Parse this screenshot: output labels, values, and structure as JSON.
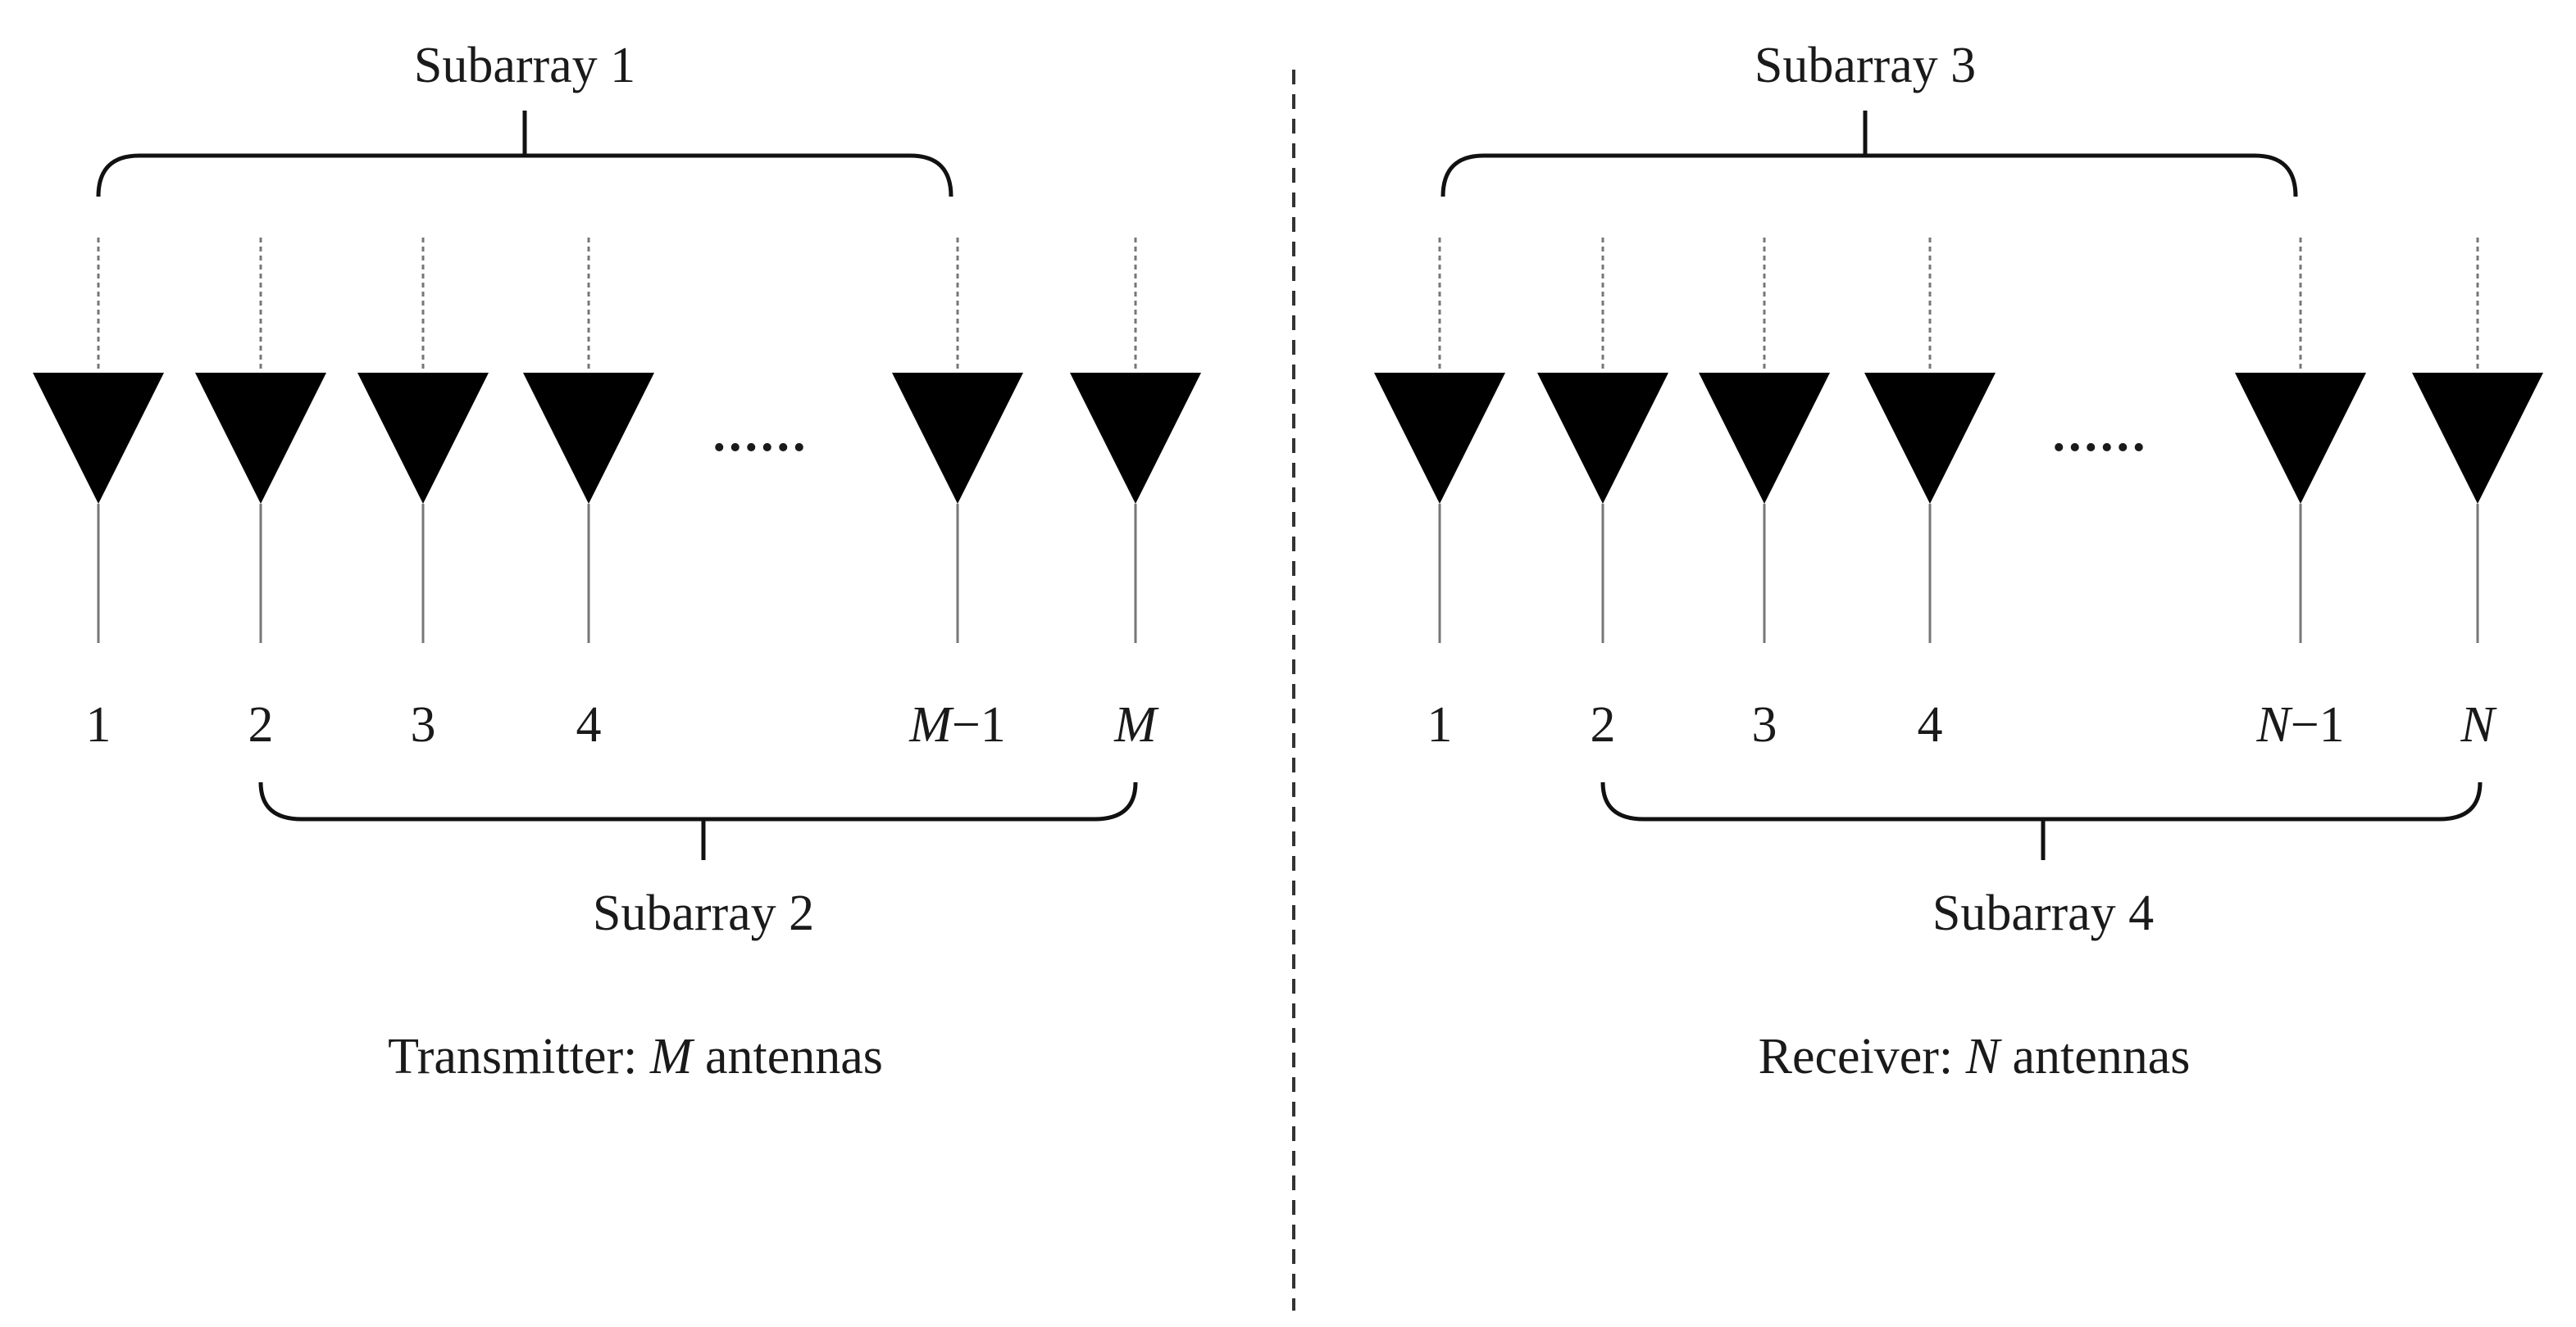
{
  "transmitter": {
    "caption_prefix": "Transmitter:",
    "caption_var": "M",
    "caption_suffix": "antennas",
    "subarray_top": "Subarray 1",
    "subarray_bottom": "Subarray 2",
    "ellipsis": "......",
    "antennas": [
      {
        "label": "1"
      },
      {
        "label": "2"
      },
      {
        "label": "3"
      },
      {
        "label": "4"
      },
      {
        "label_var": "M",
        "label_rest": "−1"
      },
      {
        "label_var": "M",
        "label_rest": ""
      }
    ]
  },
  "receiver": {
    "caption_prefix": "Receiver:",
    "caption_var": "N",
    "caption_suffix": "antennas",
    "subarray_top": "Subarray 3",
    "subarray_bottom": "Subarray 4",
    "ellipsis": "......",
    "antennas": [
      {
        "label": "1"
      },
      {
        "label": "2"
      },
      {
        "label": "3"
      },
      {
        "label": "4"
      },
      {
        "label_var": "N",
        "label_rest": "−1"
      },
      {
        "label_var": "N",
        "label_rest": ""
      }
    ]
  }
}
